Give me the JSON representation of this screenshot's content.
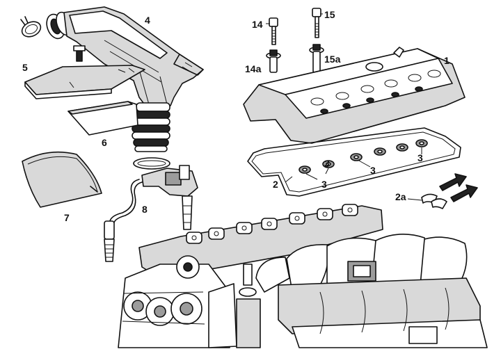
{
  "diagram": {
    "callouts": {
      "c1": "1",
      "c2": "2",
      "c2a": "2a",
      "c3a": "3",
      "c3b": "3",
      "c3c": "3",
      "c3d": "3",
      "c4": "4",
      "c5": "5",
      "c6": "6",
      "c7": "7",
      "c8": "8",
      "c14": "14",
      "c14a": "14a",
      "c15": "15",
      "c15a": "15a"
    },
    "colors": {
      "line": "#111111",
      "shade": "#d9d9d9",
      "dark": "#9c9c9c",
      "background": "#ffffff"
    }
  }
}
